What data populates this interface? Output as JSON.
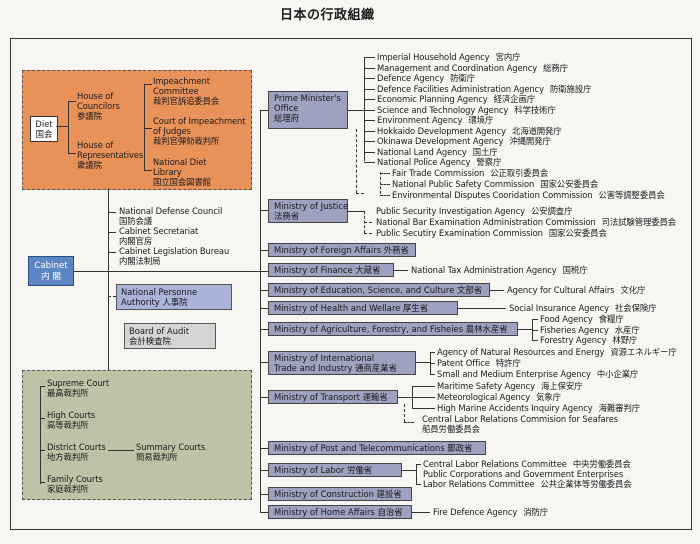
{
  "title": "日本の行政組織",
  "diet": {
    "label_en": "Diet",
    "label_jp": "国会",
    "councillors": [
      "House of",
      "Councilors",
      "参議院"
    ],
    "representatives": [
      "House of",
      "Representatives",
      "衆議院"
    ],
    "impeachment_committee": [
      "Impeachment",
      "Committee",
      "裁判官訴追委員会"
    ],
    "court_of_impeachment": [
      "Court of Impeachment",
      "of Judges",
      "裁判官弾劾裁判所"
    ],
    "library": [
      "National Diet",
      "Library",
      "国立国会図書館"
    ]
  },
  "cabinet": {
    "label_en": "Cabinet",
    "label_jp": "内 閣",
    "attached": [
      {
        "en": "National Defense Council",
        "jp": "国防会議"
      },
      {
        "en": "Cabinet Secretariat",
        "jp": "内閣官房"
      },
      {
        "en": "Cabinet Legislation Bureau",
        "jp": "内閣法制局"
      }
    ],
    "personnel_authority": [
      "National Personne",
      "Authority  人事院"
    ],
    "board_of_audit": [
      "Board of Audit",
      "会計検査院"
    ]
  },
  "courts": {
    "supreme": [
      "Supreme Court",
      "最高裁判所"
    ],
    "high": [
      "High Courts",
      "高等裁判所"
    ],
    "district": [
      "District Courts",
      "地方裁判所"
    ],
    "family": [
      "Family Courts",
      "家庭裁判所"
    ],
    "summary": [
      "Summary Courts",
      "簡易裁判所"
    ]
  },
  "pm_office": {
    "label": [
      "Prime Minister's",
      "Office",
      "総理府"
    ],
    "agencies": [
      {
        "en": "Imperial Household Agency",
        "jp": "宮内庁"
      },
      {
        "en": "Management and Coordination Agency",
        "jp": "総務庁"
      },
      {
        "en": "Defence Agency",
        "jp": "防衛庁"
      },
      {
        "en": "Defence Facilities Administration Agency",
        "jp": "防衛施設庁"
      },
      {
        "en": "Economic Planning Agency",
        "jp": "経済企画庁"
      },
      {
        "en": "Science and Technology Agency",
        "jp": "科学技術庁"
      },
      {
        "en": "Environment Agency",
        "jp": "環境庁"
      },
      {
        "en": "Hokkaido Development Agency",
        "jp": "北海道開発庁"
      },
      {
        "en": "Okinawa Development Agency",
        "jp": "沖縄開発庁"
      },
      {
        "en": "National Land Agency",
        "jp": "国土庁"
      },
      {
        "en": "National Police Agency",
        "jp": "警察庁"
      }
    ],
    "commissions": [
      {
        "en": "Fair Trade Commission",
        "jp": "公正取引委員会"
      },
      {
        "en": "National Public Safety Commission",
        "jp": "国家公安委員会"
      },
      {
        "en": "Environmental Disputes Cooridation Commission",
        "jp": "公害等調整委員会"
      }
    ]
  },
  "justice": {
    "label": [
      "Ministry of Justice",
      "法務省"
    ],
    "items": [
      {
        "en": "Public Security Investigation Agency",
        "jp": "公安調査庁"
      },
      {
        "en": "National Bar Examination Administration Commission",
        "jp": "司法試験管理委員会"
      },
      {
        "en": "Public Secutiry Examination Commission",
        "jp": "国家公安委員会"
      }
    ]
  },
  "ministries": {
    "foreign": "Ministry of Foreign Affairs   外務省",
    "finance": "Ministry of Finance   大蔵省",
    "finance_agency": {
      "en": "National Tax Administration Agency",
      "jp": "国税庁"
    },
    "education": "Ministry of Education, Science, and Culture   文部省",
    "education_agency": {
      "en": "Agency for Cultural Affairs",
      "jp": "文化庁"
    },
    "health": "Ministry of Health and Wellare   厚生省",
    "health_agency": {
      "en": "Social Insurance Agency",
      "jp": "社会保険庁"
    },
    "agriculture": "Ministry of Agriculture, Forestry, and Fisheies   農林水産省",
    "agriculture_agencies": [
      {
        "en": "Food Agency",
        "jp": "食糧庁"
      },
      {
        "en": "Fisheries Agency",
        "jp": "水産庁"
      },
      {
        "en": "Forestry Agency",
        "jp": "林野庁"
      }
    ],
    "miti": [
      "Ministry of International",
      "Trade and Industry   通商産業省"
    ],
    "miti_agencies": [
      {
        "en": "Agency of Natural Resources and Energy",
        "jp": "資源エネルギー庁"
      },
      {
        "en": "Patent Office",
        "jp": "特許庁"
      },
      {
        "en": "Small and Medium Enterprise Agency",
        "jp": "中小企業庁"
      }
    ],
    "transport": "Ministry of Transport   運輸省",
    "transport_agencies": [
      {
        "en": "Maritime Safety Agency",
        "jp": "海上保安庁"
      },
      {
        "en": "Meteorological Agency",
        "jp": "気象庁"
      },
      {
        "en": "High Marine Accidents Inquiry Agency",
        "jp": "海難審判庁"
      }
    ],
    "transport_commission": [
      "Central Labor Relations Commision for Seafares",
      "船員労働委員会"
    ],
    "post": "Ministry of Post and Telecommunications   郵政省",
    "labor": "Ministry of Labor   労働省",
    "labor_agencies": [
      {
        "en": "Central Labor Relations Committee",
        "jp": "中央労働委員会"
      },
      {
        "en": "Public Corporations and Government Enterprises",
        "jp": ""
      },
      {
        "en": "Labor Relations Committee",
        "jp": "公共企業体等労働委員会"
      }
    ],
    "construction": "Ministry of Construction   建設省",
    "home": "Ministry of Home Affairs   自治省",
    "home_agency": {
      "en": "Fire Defence Agency",
      "jp": "消防庁"
    }
  },
  "colors": {
    "diet_box": "#e8925a",
    "court_box": "#bcc3a6",
    "cabinet_box": "#5a86c4",
    "ministry_box": "#9da2c0",
    "personnel_box": "#aab3d8"
  }
}
